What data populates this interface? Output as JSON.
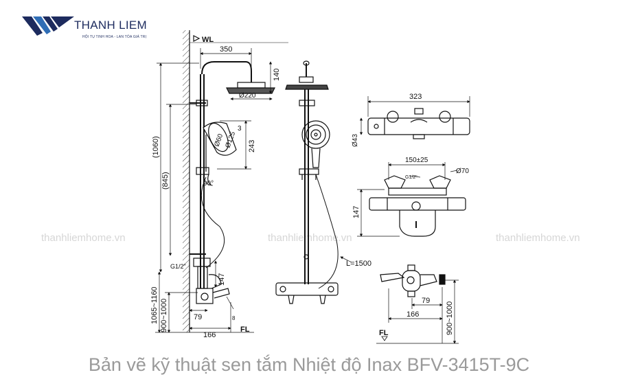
{
  "brand": {
    "name": "THANH LIEM",
    "tagline": "HỘI TỤ TINH HOA - LAN TỎA GIÁ TRỊ",
    "colors": {
      "navy": "#1d2b5e",
      "blue": "#2f6db5"
    }
  },
  "watermark": "thanhliemhome.vn",
  "caption": "Bản vẽ kỹ thuật sen tắm Nhiệt độ Inax BFV-3415T-9C",
  "side_view": {
    "wl": "WL",
    "fl": "FL",
    "dim_350": "350",
    "dim_140": "140",
    "dim_d220": "Ø220",
    "dim_1060": "(1060)",
    "dim_845": "(845)",
    "dim_243": "243",
    "dim_d125": "Ø125",
    "dim_d60": "Ø60",
    "dim_3": "3",
    "dim_90": "90°",
    "dim_g12": "G1/2\"",
    "dim_147": "147",
    "dim_1065": "1065~1160",
    "dim_900": "900~1000",
    "dim_79": "79",
    "dim_166": "166",
    "dim_8": "8"
  },
  "front_view": {
    "hose_length": "L=1500"
  },
  "valve_top": {
    "dim_323": "323",
    "dim_d43": "Ø43"
  },
  "valve_front": {
    "dim_150": "150±25",
    "dim_d70": "Ø70",
    "dim_g12": "G1/2\"",
    "dim_147": "147"
  },
  "valve_side": {
    "dim_79": "79",
    "dim_166": "166",
    "dim_900": "900~1000",
    "fl": "FL"
  }
}
